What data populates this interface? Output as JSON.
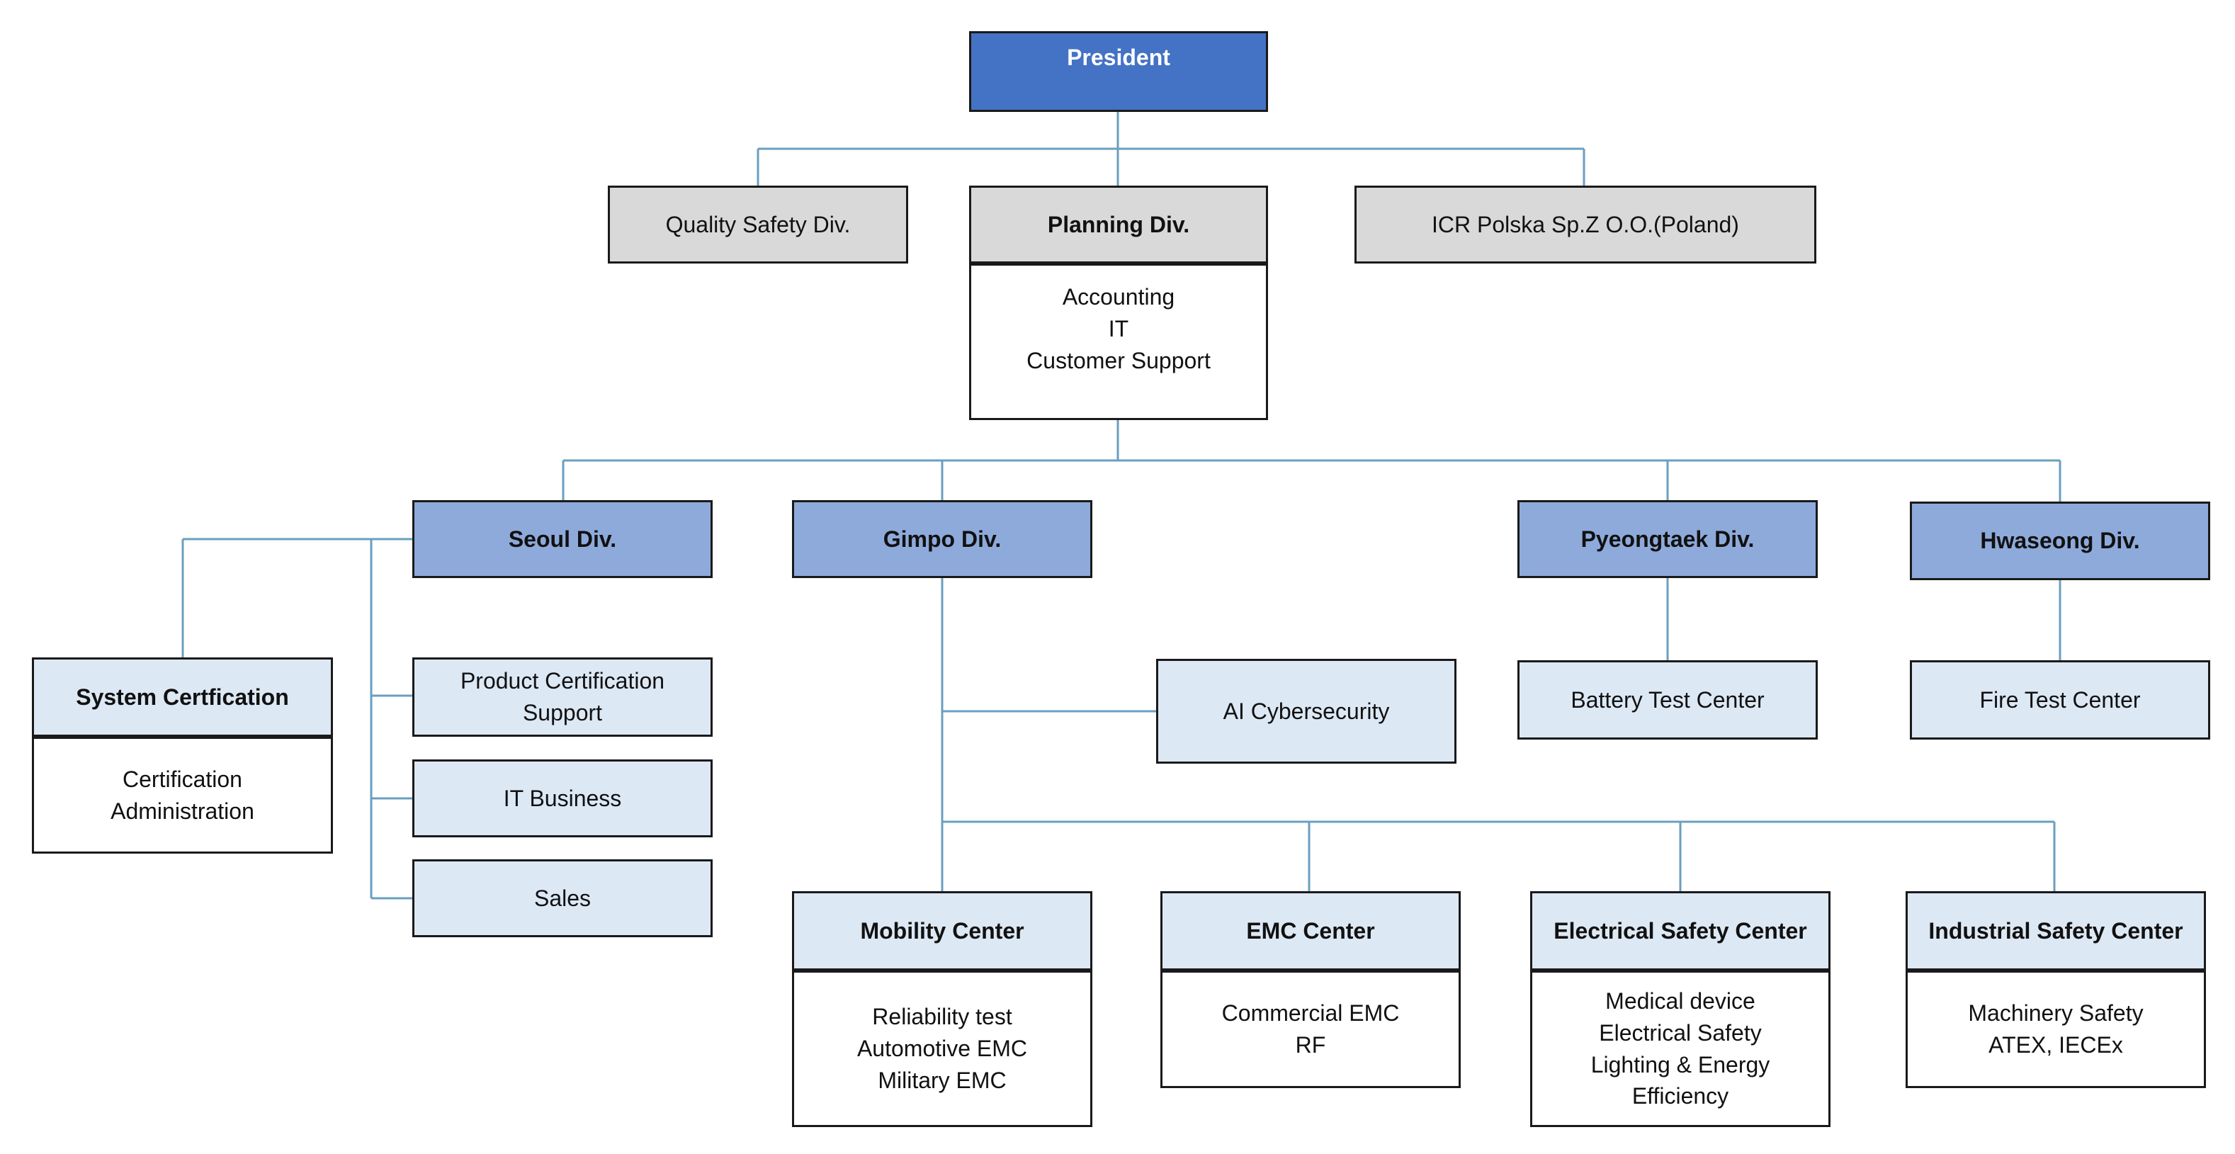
{
  "president": "President",
  "top_row": {
    "quality": "Quality Safety Div.",
    "planning": "Planning Div.",
    "poland": "ICR Polska Sp.Z O.O.(Poland)"
  },
  "planning_units": [
    "Accounting",
    "IT",
    "Customer Support"
  ],
  "divisions": {
    "seoul": "Seoul Div.",
    "gimpo": "Gimpo Div.",
    "pyeongtaek": "Pyeongtaek Div.",
    "hwaseong": "Hwaseong Div."
  },
  "seoul": {
    "system_cert": "System Certfication",
    "system_cert_units": [
      "Certification",
      "Administration"
    ],
    "product_cert": [
      "Product Certification",
      "Support"
    ],
    "it_business": "IT Business",
    "sales": "Sales"
  },
  "gimpo": {
    "ai_cyber": "AI Cybersecurity",
    "centers": [
      {
        "name": "Mobility Center",
        "units": [
          "Reliability test",
          "Automotive EMC",
          "Military EMC"
        ]
      },
      {
        "name": "EMC Center",
        "units": [
          "Commercial EMC",
          "RF"
        ]
      },
      {
        "name": "Electrical Safety Center",
        "units": [
          "Medical device",
          "Electrical Safety",
          "Lighting & Energy",
          "Efficiency"
        ]
      },
      {
        "name": "Industrial Safety Center",
        "units": [
          "Machinery Safety",
          "ATEX, IECEx"
        ]
      }
    ]
  },
  "pyeongtaek_center": "Battery Test Center",
  "hwaseong_center": "Fire Test Center",
  "colors": {
    "president": "#4472c4",
    "division": "#8eaadb",
    "unit": "#dde8f5",
    "top_row": "#d9d9d9",
    "connector": "#6a9fc0"
  }
}
